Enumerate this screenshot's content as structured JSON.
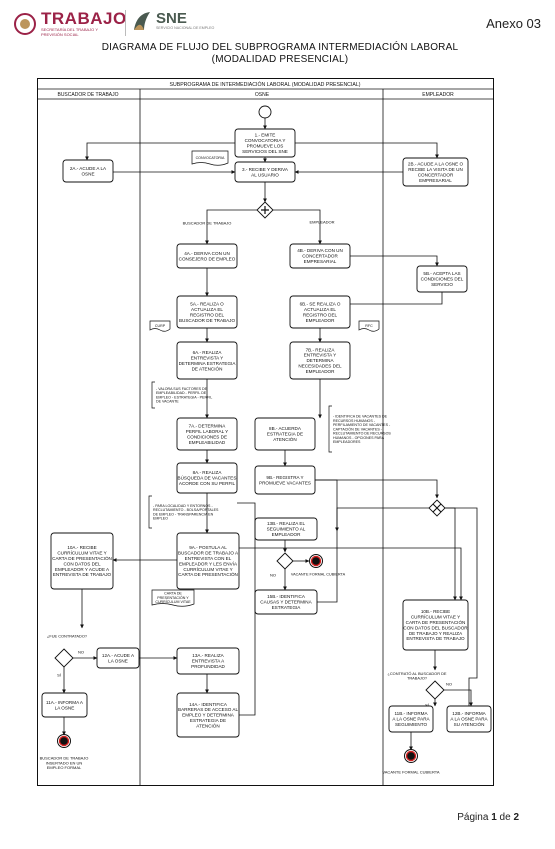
{
  "header": {
    "logo_trabajo": "TRABAJO",
    "logo_trabajo_sub": "SECRETARÍA DEL TRABAJO Y PREVISIÓN SOCIAL",
    "logo_sne": "SNE",
    "logo_sne_sub": "SERVICIO NACIONAL DE EMPLEO",
    "annex": "Anexo 03"
  },
  "title": {
    "line1": "DIAGRAMA DE FLUJO DEL SUBPROGRAMA INTERMEDIACIÓN LABORAL",
    "line2": "(MODALIDAD PRESENCIAL)"
  },
  "diagram": {
    "pool_title": "SUBPROGRAMA DE INTERMEDIACIÓN LABORAL (MODALIDAD PRESENCIAL)",
    "lanes": [
      "BUSCADOR DE TRABAJO",
      "OSNE",
      "EMPLEADOR"
    ],
    "nodes": {
      "n1": "1.- EMITE CONVOCATORIA Y PROMUEVE LOS SERVICIOS DEL SNE",
      "n2a": "2A.- ACUDE A LA OSNE",
      "n2b": "2B.- ACUDE A LA OSNE O RECIBE LA VISITA DE UN CONCERTADOR EMPRESARIAL",
      "n3": "3.- RECIBE Y DERIVA AL USUARIO",
      "n4a": "4A.- DERIVA CON UN CONSEJERO DE EMPLEO",
      "n4b": "4B.- DERIVA CON UN CONCERTADOR EMPRESARIAL",
      "n5b": "5B.- ACEPTA LAS CONDICIONES DEL SERVICIO",
      "n5a": "5A.- REALIZA O ACTUALIZA EL REGISTRO DEL BUSCADOR DE TRABAJO",
      "n6b": "6B.- SE REALIZA O ACTUALIZA EL REGISTRO DEL EMPLEADOR",
      "n6a": "6A.- REALIZA ENTREVISTA Y DETERMINA ESTRATEGIA DE ATENCIÓN",
      "n7b": "7B.- REALIZA ENTREVISTA Y DETERMINA NECESIDADES DEL EMPLEADOR",
      "n7a": "7A.- DETERMINA PERFIL LABORAL Y CONDICIONES DE EMPLEABILIDAD",
      "n8b": "8B.- ACUERDA ESTRATEGIA DE ATENCIÓN",
      "n8a": "8A.- REALIZA BÚSQUEDA DE VACANTES ACORDE CON SU PERFIL",
      "n9b": "9B.- REGISTRA Y PROMUEVE VACANTES",
      "n9a": "9A.- POSTULA AL BUSCADOR DE TRABAJO A ENTREVISTA CON EL EMPLEADOR Y LES ENVÍA CURRÍCULUM VITAE Y CARTA DE PRESENTACIÓN",
      "n10a": "10A.- RECIBE CURRÍCULUM VITAE Y CARTA DE PRESENTACIÓN CON DATOS DEL EMPLEADOR Y ACUDE A ENTREVISTA DE TRABAJO",
      "n10b": "10B.- RECIBE CURRÍCULUM VITAE Y CARTA DE PRESENTACIÓN CON DATOS DEL BUSCADOR DE TRABAJO Y REALIZA ENTREVISTA DE TRABAJO",
      "n11a": "11A.- INFORMA A LA OSNE",
      "n11b": "11B.- INFORMA A LA OSNE PARA SEGUIMIENTO",
      "n12a": "12A.- ACUDE A LA OSNE",
      "n12b": "12B.- INFORMA A LA OSNE PARA SU ATENCIÓN",
      "n13a": "13A.- REALIZA ENTREVISTA A PROFUNDIDAD",
      "n13b": "13B.- REALIZA EL SEGUIMIENTO AL EMPLEADOR",
      "n14a": "14A.- IDENTIFICA BARRERAS DE ACCESO AL EMPLEO Y DETERMINA ESTRATEGIA DE ATENCIÓN",
      "n15b": "15B.- IDENTIFICA CAUSAS Y DETERMINA ESTRATEGIA"
    },
    "docs": {
      "d1": "CONVOCATORIA",
      "d2": "CURP",
      "d3": "RFC",
      "d4": "CARTA DE PRESENTACIÓN Y CURRÍCULUM VITAE"
    },
    "notes": {
      "note6a": "- VALORA SUS FACTORES DE EMPLEABILIDAD - PERFIL DE EMPLEO - ESTRATEGIA - PERFIL DE VACANTE",
      "note8b": "- IDENTIFICA DE VACANTES DE RECURSOS HUMANOS - PERFILAMIENTO DE VACANTES - CAPTACIÓN DE VACANTES - RECLUTAMIENTO DE RECURSOS HUMANOS - OPCIONES PARA EMPLEADORES",
      "note8a": "- PARA LOCALIDAD Y ENTORNOS - RECLUTAMIENTO - BOLSA/PORTALES DE EMPLEO - TRANSPARENCIA EN EMPLEO"
    },
    "labels": {
      "buscador": "BUSCADOR DE TRABAJO",
      "empleador": "EMPLEADOR",
      "q_contrato1": "¿FUE CONTRATADO?",
      "q_contrato2": "¿CONTRATÓ AL BUSCADOR DE TRABAJO?",
      "no": "NO",
      "si": "SÍ",
      "end_vacante1": "VACANTE FORMAL CUBIERTA",
      "end_vacante2": "VACANTE FORMAL CUBIERTA",
      "end_buscador": "BUSCADOR DE TRABAJO INSERTADO EN UN EMPLEO FORMAL"
    }
  },
  "footer": {
    "page_prefix": "Página",
    "page_current": "1",
    "page_sep": "de",
    "page_total": "2"
  },
  "colors": {
    "brand_guinda": "#9b2247",
    "brand_gold": "#bc955c",
    "sne_green": "#4a5a50",
    "line": "#111111",
    "end_red": "#d42020"
  }
}
